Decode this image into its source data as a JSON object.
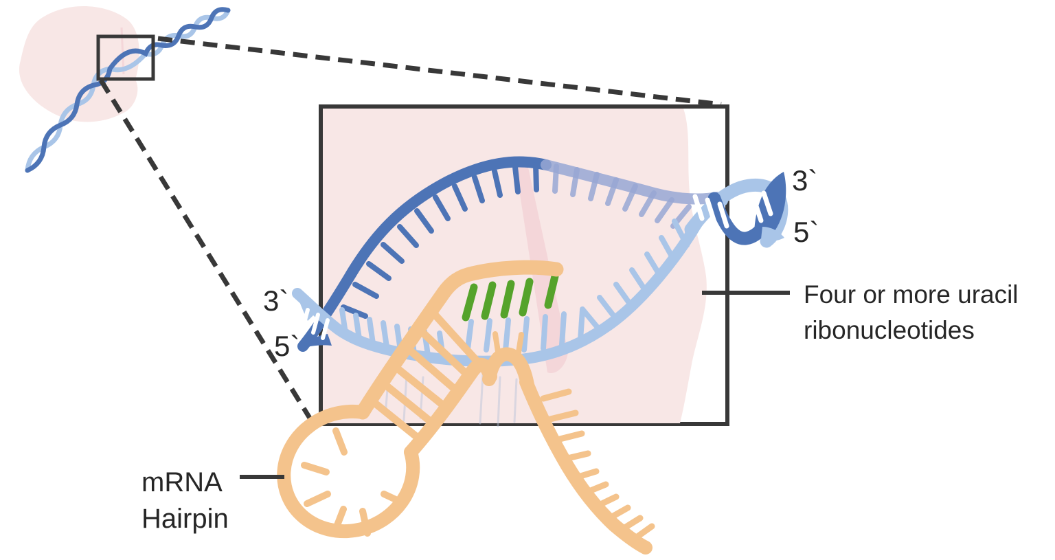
{
  "labels": {
    "left_strand_end_top": "3`",
    "left_strand_end_bottom": "5`",
    "right_strand_end_top": "3`",
    "right_strand_end_bottom": "5`",
    "uracil_annotation_line1": "Four or more uracil",
    "uracil_annotation_line2": "ribonucleotides",
    "hairpin_annotation_line1": "mRNA",
    "hairpin_annotation_line2": "Hairpin"
  },
  "elements": {
    "overview": [
      "rna-polymerase-blob",
      "dna-double-helix",
      "magnifier-callout-box"
    ],
    "magnified_view": [
      "rna-polymerase-blob",
      "template-dna-strand",
      "non-template-dna-strand",
      "rejoining-dna-helix",
      "mrna-transcript",
      "mrna-hairpin-stem",
      "mrna-hairpin-loop",
      "uracil-base-pairs"
    ]
  },
  "colors": {
    "blue_dark": "#4d74b6",
    "blue_faded": "#98a7d4",
    "blue_light": "#a9c5e8",
    "orange": "#f4c38c",
    "green": "#55a32b",
    "pink": "#f8e7e6",
    "pink_dark": "#f3d2d6",
    "ghost": "#b6c2da",
    "line": "#383838",
    "text": "#262626"
  }
}
